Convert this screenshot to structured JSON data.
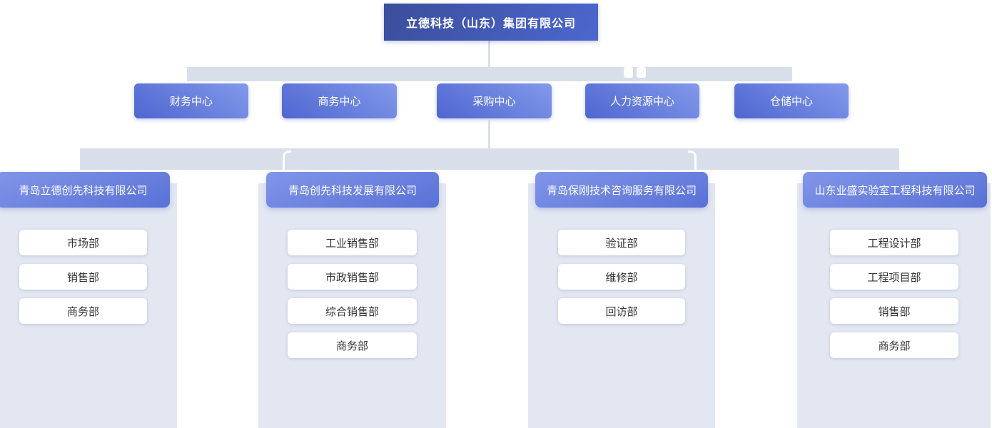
{
  "root_company": {
    "name": "立德科技（山东）集团有限公司"
  },
  "centers": [
    {
      "label": "财务中心"
    },
    {
      "label": "商务中心"
    },
    {
      "label": "采购中心"
    },
    {
      "label": "人力资源中心"
    },
    {
      "label": "仓储中心"
    }
  ],
  "subsidiaries": [
    {
      "name": "青岛立德创先科技有限公司",
      "departments": [
        "市场部",
        "销售部",
        "商务部"
      ]
    },
    {
      "name": "青岛创先科技发展有限公司",
      "departments": [
        "工业销售部",
        "市政销售部",
        "综合销售部",
        "商务部"
      ]
    },
    {
      "name": "青岛保刚技术咨询服务有限公司",
      "departments": [
        "验证部",
        "维修部",
        "回访部"
      ]
    },
    {
      "name": "山东业盛实验室工程科技有限公司",
      "departments": [
        "工程设计部",
        "工程项目部",
        "销售部",
        "商务部"
      ]
    }
  ],
  "colors": {
    "root_grad_start": "#3b4e9b",
    "root_grad_end": "#4c67cf",
    "node_grad_light": "#8399ea",
    "node_grad_dark": "#4e66d1",
    "header_grad_top": "#8196e8",
    "header_grad_bottom": "#5971d7",
    "connector": "#d9deeb",
    "panel": "#e3e7f1",
    "dept_bg": "#ffffff",
    "dept_text": "#333333"
  }
}
